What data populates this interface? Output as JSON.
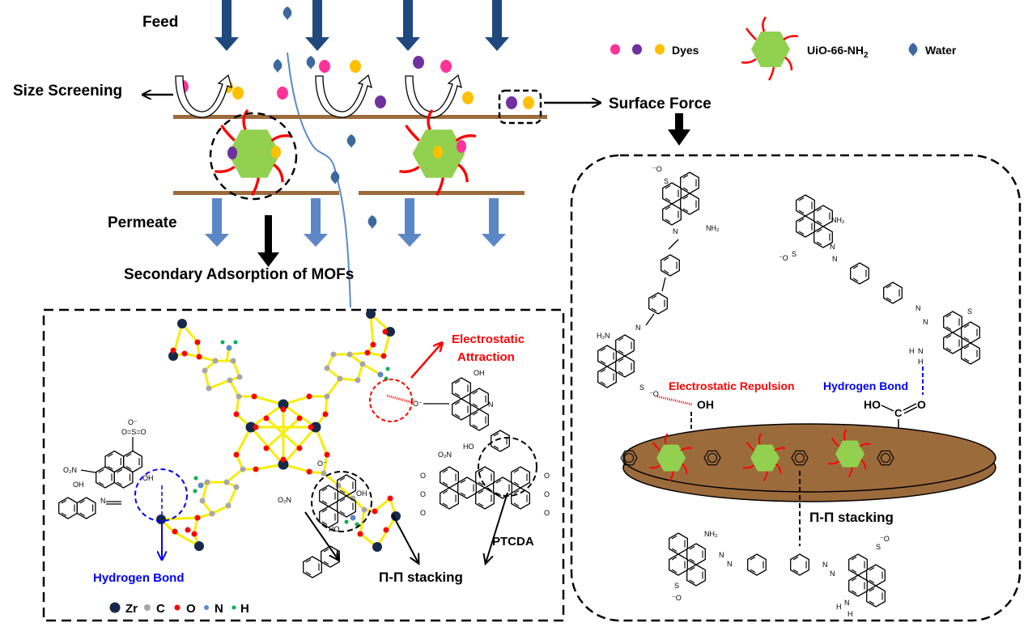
{
  "diagram": {
    "title": "UiO-66-NH2 membrane dye separation mechanism",
    "colors": {
      "feed_arrow": "#1f497d",
      "permeate_arrow": "#4f81bd",
      "membrane": "#9c6b3c",
      "mof_fill": "#92d050",
      "mof_ligand": "#ff0000",
      "dye_pink": "#ff3399",
      "dye_purple": "#7030a0",
      "dye_yellow": "#ffc000",
      "water": "#3d6a9e",
      "flow_path": "#5b8ac6",
      "electrostatic": "#ff0000",
      "hydrogen_bond": "#0000ff",
      "zr": "#17294a",
      "c": "#a6a6a6",
      "o": "#ff0000",
      "n": "#5b8ac6",
      "h": "#00b050",
      "framework_bond": "#ffff00"
    },
    "legend": {
      "dyes": "Dyes",
      "mof": "UiO-66-NH",
      "mof_subscript": "2",
      "water": "Water"
    },
    "top_panel": {
      "feed": "Feed",
      "permeate": "Permeate",
      "size_screening": "Size Screening",
      "surface_force": "Surface Force",
      "secondary_adsorption": "Secondary Adsorption of MOFs"
    },
    "left_panel": {
      "electrostatic_attraction_line1": "Electrostatic",
      "electrostatic_attraction_line2": "Attraction",
      "hydrogen_bond": "Hydrogen Bond",
      "pi_stacking": "Π-Π stacking",
      "ptcda": "PTCDA",
      "atom_legend": [
        {
          "symbol": "Zr",
          "color": "#17294a"
        },
        {
          "symbol": "C",
          "color": "#a6a6a6"
        },
        {
          "symbol": "O",
          "color": "#ff0000"
        },
        {
          "symbol": "N",
          "color": "#5b8ac6"
        },
        {
          "symbol": "H",
          "color": "#00b050"
        }
      ],
      "chem_labels": {
        "o2n": "O₂N",
        "oh": "OH",
        "ho": "HO",
        "n": "N",
        "so3": "O=S=O",
        "o_minus": "O⁻",
        "o": "O"
      }
    },
    "right_panel": {
      "electrostatic_repulsion": "Electrostatic Repulsion",
      "hydrogen_bond": "Hydrogen Bond",
      "pi_stacking": "Π-Π stacking",
      "oh": "OH",
      "ho": "HO",
      "c": "C",
      "o": "O",
      "nh2": "NH₂",
      "h2n": "H₂N",
      "h": "H",
      "n": "N",
      "s": "S",
      "o_minus": "⁻O"
    }
  }
}
